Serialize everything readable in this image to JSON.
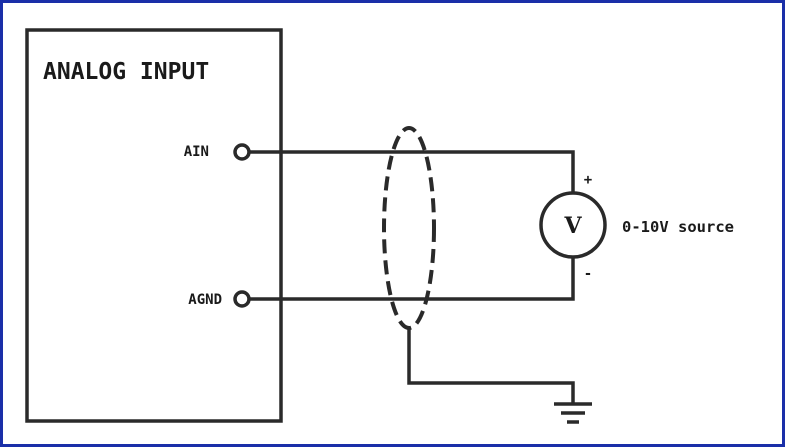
{
  "diagram": {
    "module_title": "ANALOG INPUT",
    "terminals": {
      "ain": "AIN",
      "agnd": "AGND"
    },
    "source": {
      "meter_symbol": "V",
      "label": "0-10V source",
      "positive_sign": "+",
      "negative_sign": "-"
    },
    "shield": {
      "style": "dashed"
    },
    "ground": {
      "symbol": "earth-ground"
    },
    "colors": {
      "frame_border": "#1a2fa8",
      "line": "#2a2a2a",
      "background": "#ffffff"
    }
  }
}
